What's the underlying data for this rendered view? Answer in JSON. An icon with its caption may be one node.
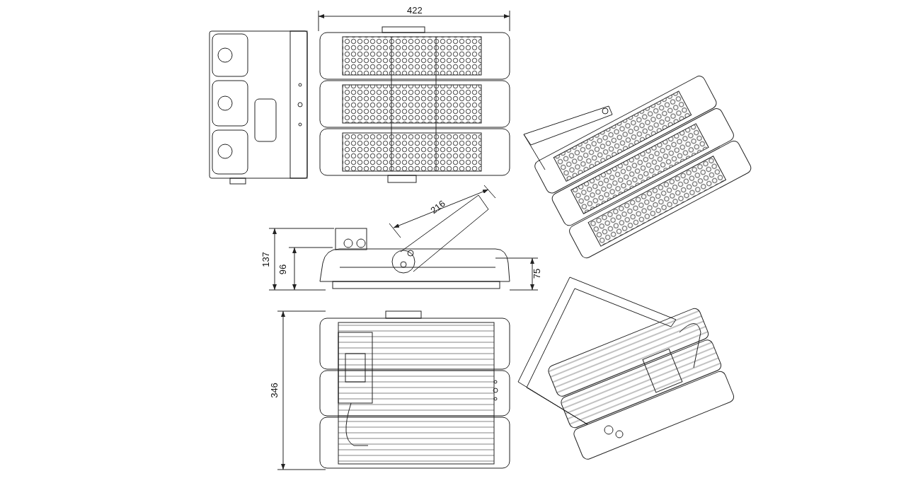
{
  "diagram": {
    "labels": [
      "422",
      "216",
      "137",
      "96",
      "75",
      "346"
    ]
  }
}
